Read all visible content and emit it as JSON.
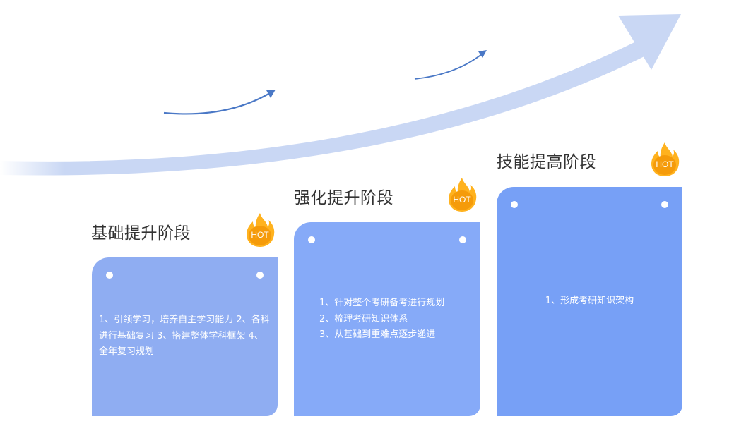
{
  "stages": [
    {
      "title": "基础提升阶段",
      "badge": "HOT",
      "text": "1、引领学习，培养自主学习能力 2、各科进行基础复习 3、搭建整体学科框架 4、全年复习规划"
    },
    {
      "title": "强化提升阶段",
      "badge": "HOT",
      "text": "1、针对整个考研备考进行规划\n2、梳理考研知识体系\n3、从基础到重难点逐步递进"
    },
    {
      "title": "技能提高阶段",
      "badge": "HOT",
      "text": "1、形成考研知识架构"
    }
  ],
  "colors": {
    "card_1": "#8fadf2",
    "card_2": "#86aaf8",
    "card_3": "#77a0f6",
    "big_arrow": "#c9d7f4",
    "small_arrow": "#4a78c6",
    "flame_outer": "#ffb21e",
    "flame_inner": "#f59b0a"
  },
  "icons": {
    "badge": "flame-icon",
    "main_arrow": "trend-arrow-icon",
    "small_arrows": "curved-arrow-icon"
  }
}
